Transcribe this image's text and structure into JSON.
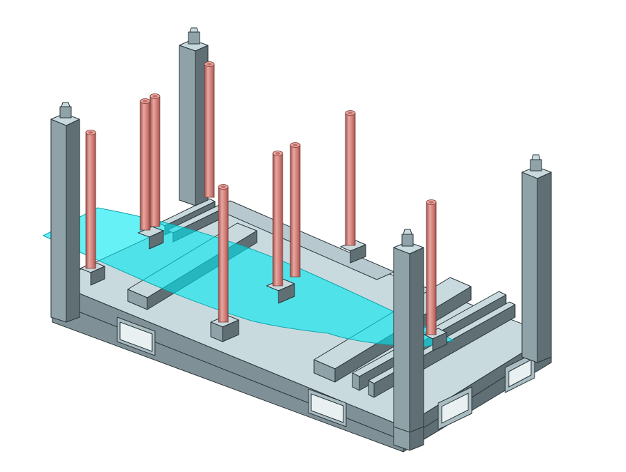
{
  "colors": {
    "background": "#ffffff",
    "steel_top": "#c9dade",
    "steel_left": "#8fa2a8",
    "steel_right": "#5f6f74",
    "edge": "#2a3438",
    "rod_light": "#e7a7a1",
    "rod_mid": "#d07d76",
    "rod_dark": "#a2544f",
    "plane_fill": "#00e8f0",
    "plane_edge": "#0fa3ad"
  },
  "icons": [
    "steel-frame",
    "corner-post",
    "support-rod",
    "section-plane"
  ]
}
